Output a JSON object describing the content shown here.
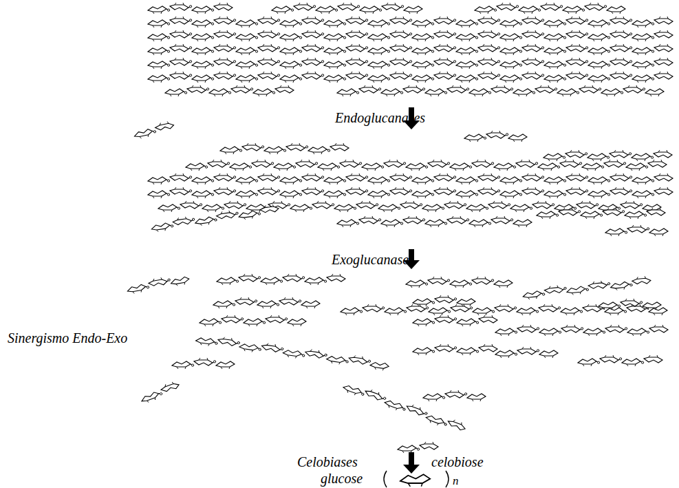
{
  "diagram": {
    "labels": [
      "Endoglucanases",
      "Exoglucanases",
      "Sinergismo Endo-Exo",
      "Celobiases",
      "celobiose",
      "glucose",
      "n"
    ]
  }
}
